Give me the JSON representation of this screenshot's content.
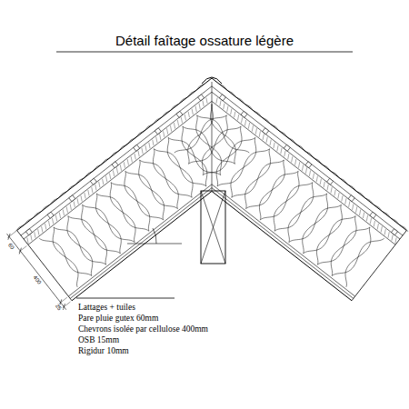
{
  "diagram": {
    "title": "Détail faîtage ossature légère",
    "labels": [
      "Lattages + tuiles",
      "Pare pluie gutex 60mm",
      "Chevrons isolée par cellulose 400mm",
      "OSB 15mm",
      "Rigidur 10mm",
      "60",
      "400",
      "25"
    ]
  }
}
